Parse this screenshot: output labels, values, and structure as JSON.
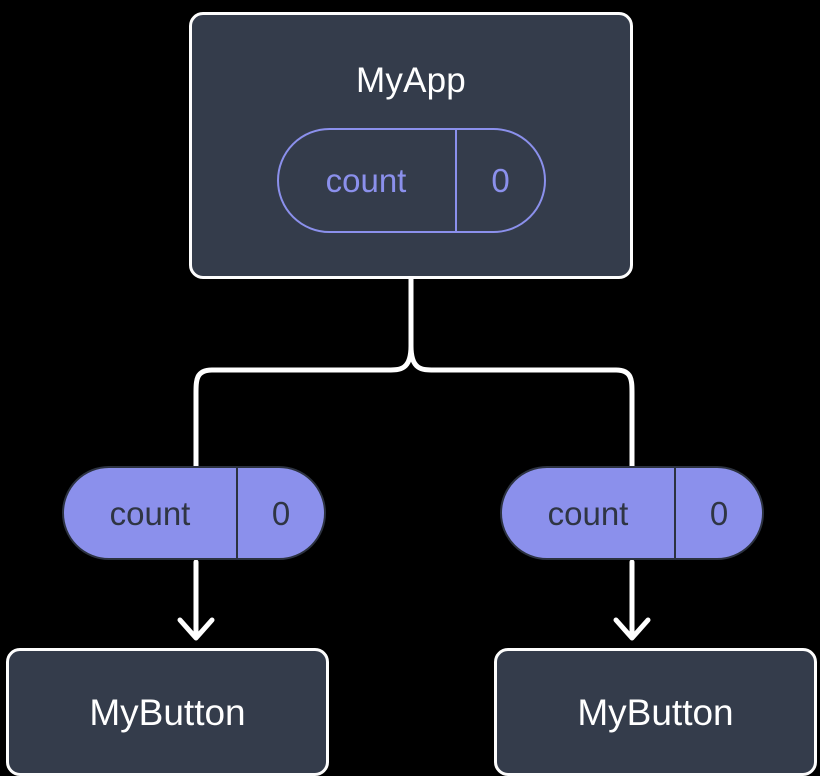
{
  "diagram": {
    "type": "component-state-tree",
    "background_color": "#000000",
    "colors": {
      "node_fill": "#343c4b",
      "node_border": "#fdfdfd",
      "accent_purple": "#8b90ec",
      "edge_color": "#ffffff",
      "pill_text_dark": "#2f3543"
    },
    "root": {
      "title": "MyApp",
      "state_pill": {
        "key": "count",
        "value": "0",
        "style": "outlined"
      }
    },
    "branches": [
      {
        "side": "left",
        "state_pill": {
          "key": "count",
          "value": "0",
          "style": "filled"
        },
        "child": {
          "title": "MyButton"
        }
      },
      {
        "side": "right",
        "state_pill": {
          "key": "count",
          "value": "0",
          "style": "filled"
        },
        "child": {
          "title": "MyButton"
        }
      }
    ]
  }
}
